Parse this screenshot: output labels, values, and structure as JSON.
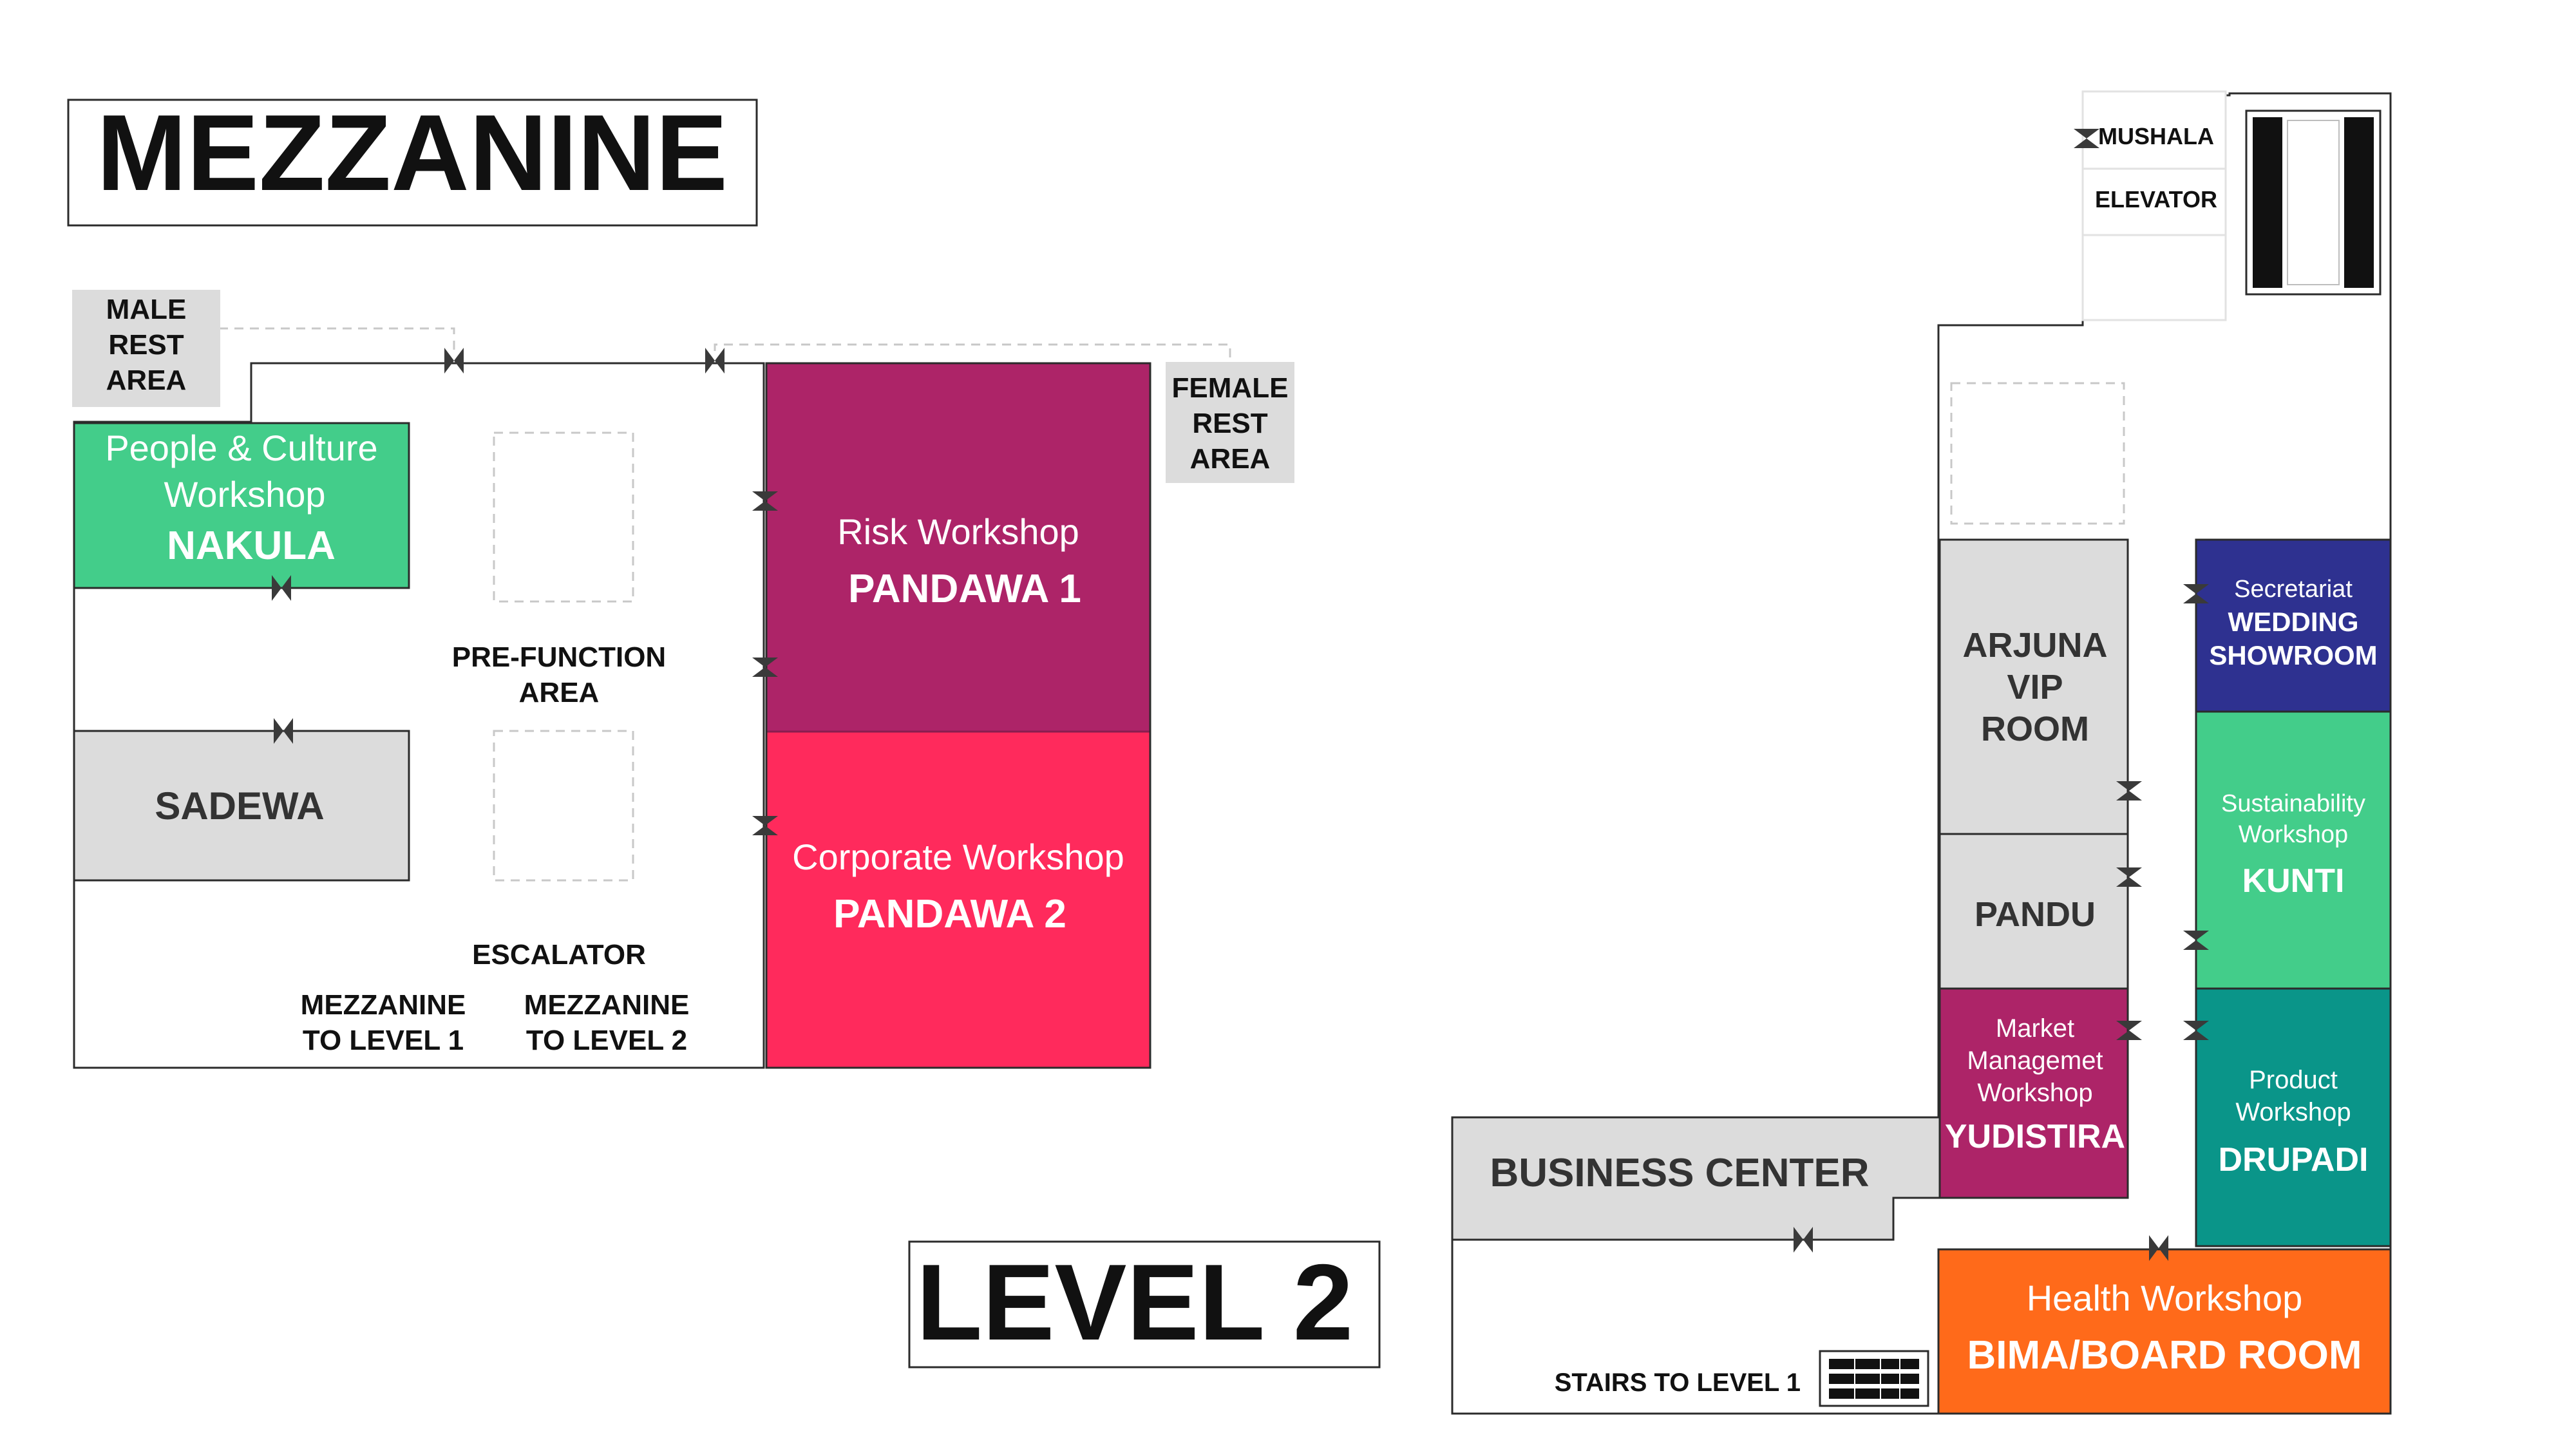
{
  "mezzanine": {
    "title": "MEZZANINE",
    "male_rest": [
      "MALE",
      "REST",
      "AREA"
    ],
    "female_rest": [
      "FEMALE",
      "REST",
      "AREA"
    ],
    "nakula": {
      "subtitle": [
        "People & Culture",
        "Workshop"
      ],
      "name": "NAKULA",
      "color": "#43cd8a"
    },
    "pandawa1": {
      "subtitle": "Risk Workshop",
      "name": "PANDAWA 1",
      "color": "#ad2468"
    },
    "pandawa2": {
      "subtitle": "Corporate Workshop",
      "name": "PANDAWA 2",
      "color": "#ff2a5c"
    },
    "sadewa": {
      "name": "SADEWA"
    },
    "prefunction": [
      "PRE-FUNCTION",
      "AREA"
    ],
    "escalator": "ESCALATOR",
    "to_level1": [
      "MEZZANINE",
      "TO LEVEL 1"
    ],
    "to_level2": [
      "MEZZANINE",
      "TO LEVEL 2"
    ]
  },
  "level2": {
    "title": "LEVEL 2",
    "mushala": "MUSHALA",
    "elevator": "ELEVATOR",
    "arjuna": [
      "ARJUNA",
      "VIP",
      "ROOM"
    ],
    "pandu": "PANDU",
    "yudistira": {
      "subtitle": [
        "Market",
        "Managemet",
        "Workshop"
      ],
      "name": "YUDISTIRA",
      "color": "#ad2468"
    },
    "wedding": {
      "subtitle": "Secretariat",
      "name": [
        "WEDDING",
        "SHOWROOM"
      ],
      "color": "#2e3190"
    },
    "kunti": {
      "subtitle": [
        "Sustainability",
        "Workshop"
      ],
      "name": "KUNTI",
      "color": "#43cd8a"
    },
    "drupadi": {
      "subtitle": [
        "Product",
        "Workshop"
      ],
      "name": "DRUPADI",
      "color": "#0a9589"
    },
    "business_center": "BUSINESS CENTER",
    "bima": {
      "subtitle": "Health Workshop",
      "name": "BIMA/BOARD ROOM",
      "color": "#ff6a1a"
    },
    "stairs": "STAIRS TO LEVEL 1"
  },
  "colors": {
    "grey_room": "#dcdcdc",
    "outline": "#2b2b2b",
    "door": "#3a3a3a"
  },
  "icons": [
    "door-icon",
    "elevator-icon",
    "stairs-icon"
  ]
}
